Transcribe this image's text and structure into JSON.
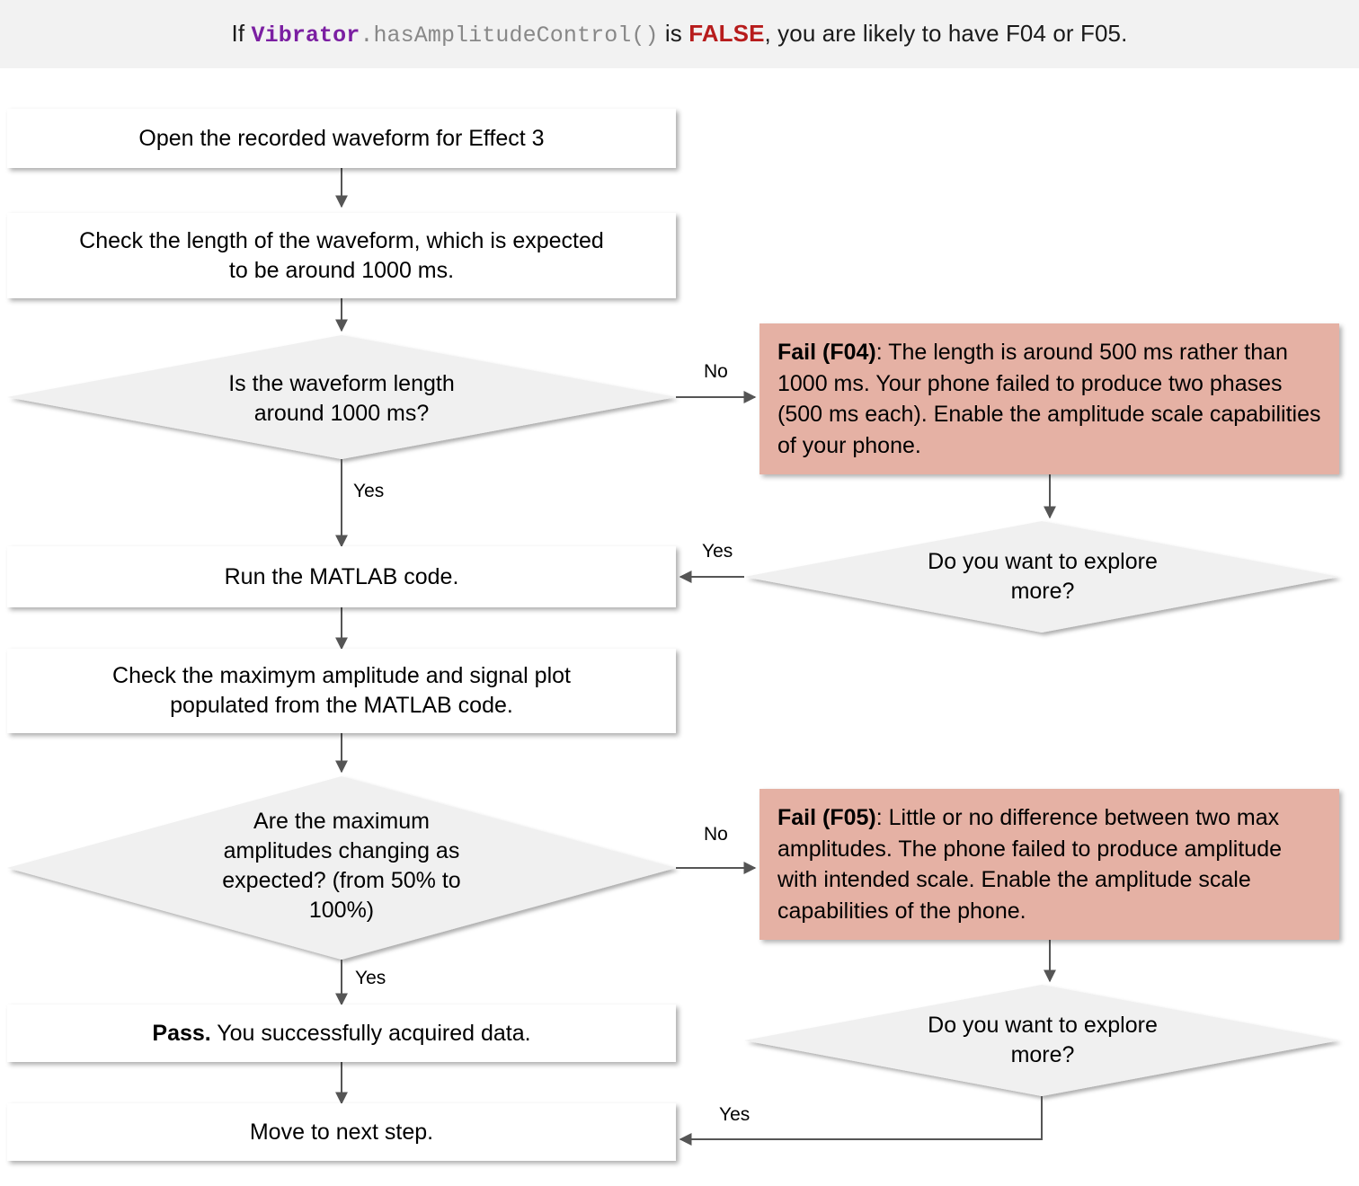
{
  "header": {
    "prefix": "If ",
    "code_class": "Vibrator",
    "code_method": ".hasAmplitudeControl()",
    "mid": " is ",
    "keyword": "FALSE",
    "suffix": ", you are likely to have F04 or F05.",
    "background": "#f2f2f2"
  },
  "palette": {
    "process_fill": "#ffffff",
    "decision_fill": "#f0f0f0",
    "fail_fill": "#e5b1a4",
    "connector": "#555555",
    "text": "#000000",
    "class_color": "#7b1fa2",
    "method_color": "#888888",
    "false_color": "#b71c1c"
  },
  "nodes": {
    "open_waveform": "Open the recorded waveform for Effect 3",
    "check_length_l1": "Check the length of the waveform, which is expected",
    "check_length_l2": "to be around 1000 ms.",
    "decision_length_l1": "Is the waveform length",
    "decision_length_l2": "around 1000 ms?",
    "fail_f04_title": "Fail (F04)",
    "fail_f04_body": ": The length is around 500 ms rather than 1000 ms. Your phone failed to produce two phases (500 ms each). Enable the amplitude scale capabilities of your phone.",
    "explore_top_l1": "Do you want to explore",
    "explore_top_l2": "more?",
    "run_matlab": "Run the MATLAB code.",
    "check_amp_l1": "Check the maximym amplitude and signal plot",
    "check_amp_l2": "populated from the MATLAB code.",
    "decision_amp_l1": "Are the maximum",
    "decision_amp_l2": "amplitudes changing as",
    "decision_amp_l3": "expected? (from 50% to",
    "decision_amp_l4": "100%)",
    "fail_f05_title": "Fail (F05)",
    "fail_f05_body": ": Little or no difference between two max amplitudes. The phone failed to produce amplitude with intended scale. Enable the amplitude scale capabilities of the phone.",
    "explore_bottom_l1": "Do you want to explore",
    "explore_bottom_l2": "more?",
    "pass_title": "Pass.",
    "pass_body": " You successfully acquired data.",
    "move_next": "Move to next step."
  },
  "edge_labels": {
    "length_no": "No",
    "length_yes": "Yes",
    "explore_top_yes": "Yes",
    "amp_no": "No",
    "amp_yes": "Yes",
    "explore_bottom_yes": "Yes"
  }
}
